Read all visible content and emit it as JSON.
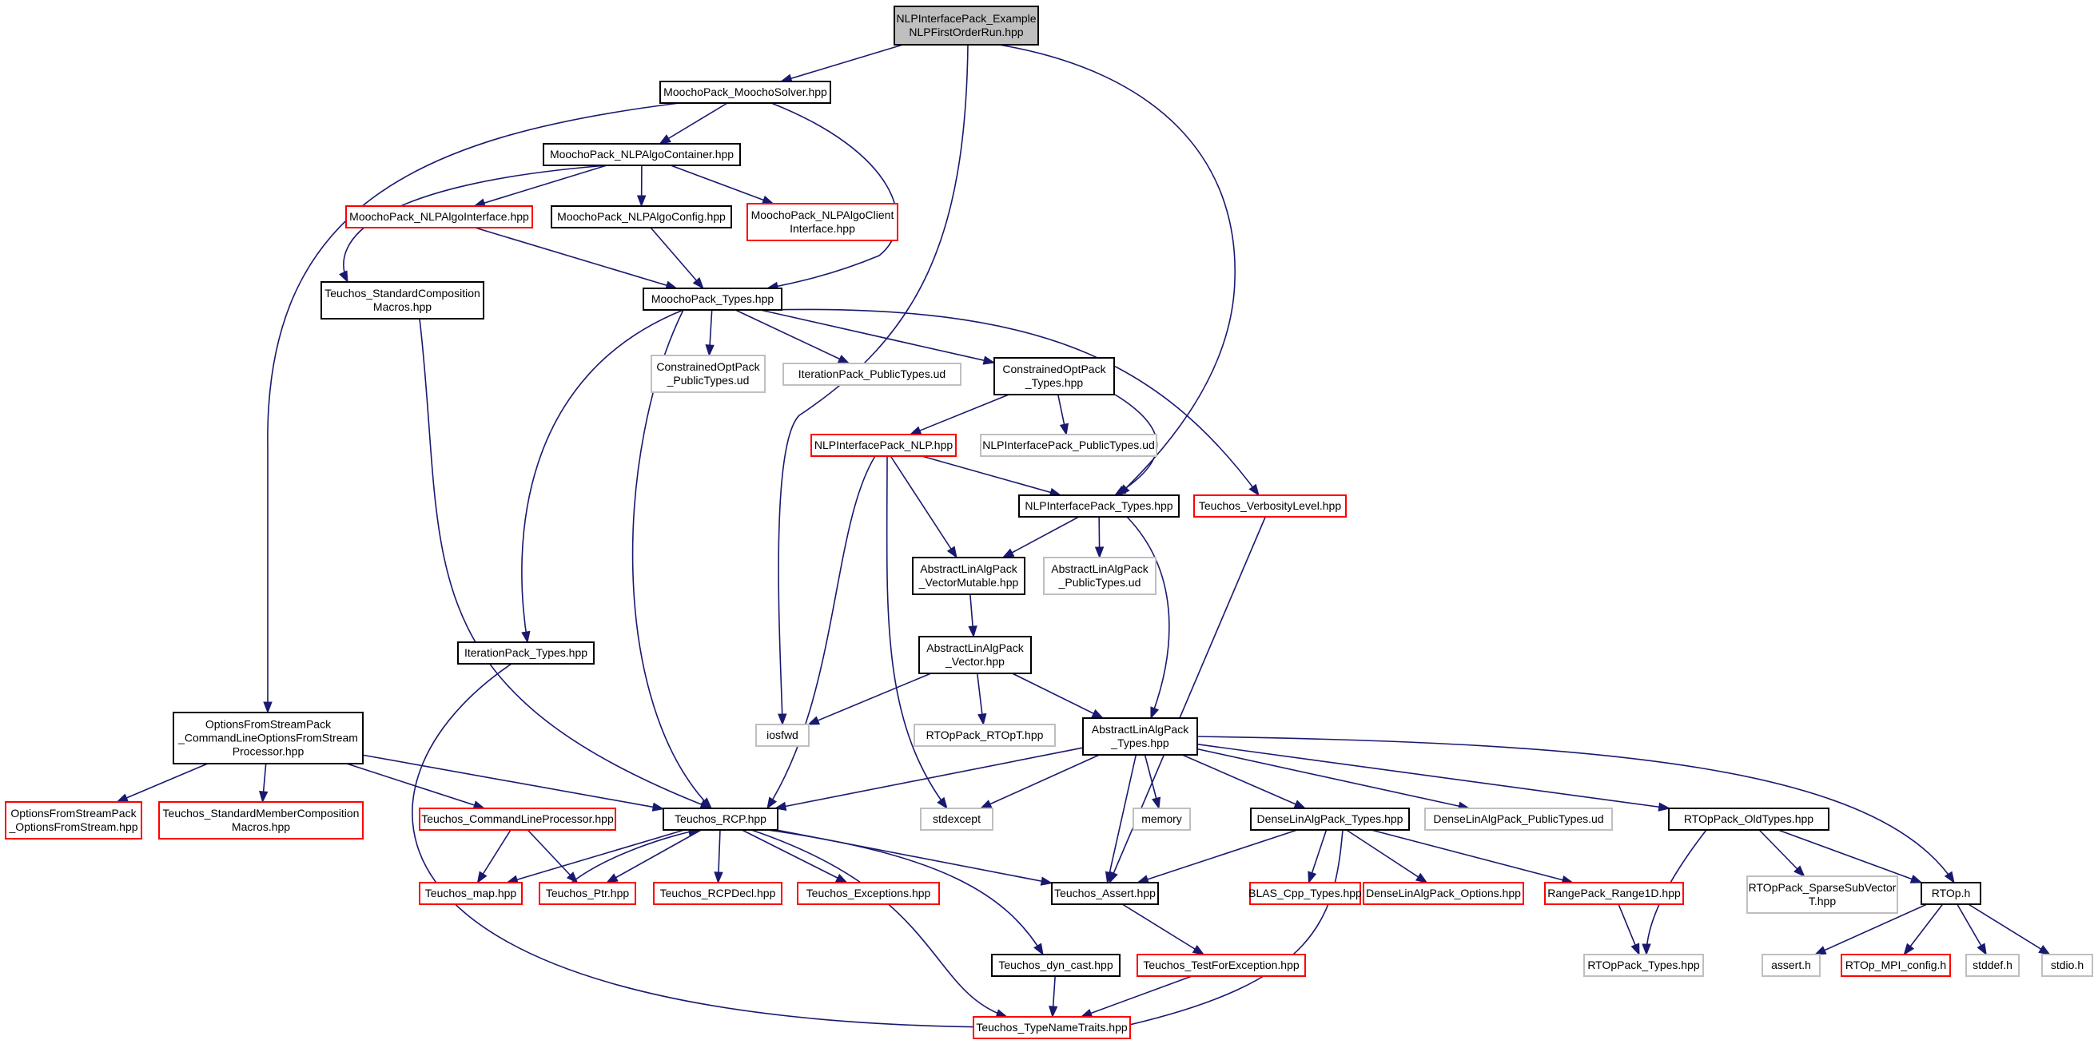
{
  "colors": {
    "edge": "#191970",
    "root_fill": "#bfbfbf",
    "root_border": "#000000",
    "normal_border": "#000000",
    "incomplete_border": "#ff0000",
    "external_border": "#bfbfbf"
  },
  "nodes": [
    {
      "id": "root",
      "kind": "root",
      "lines": [
        "NLPInterfacePack_Example",
        "NLPFirstOrderRun.hpp"
      ]
    },
    {
      "id": "moochosolver",
      "kind": "normal",
      "lines": [
        "MoochoPack_MoochoSolver.hpp"
      ]
    },
    {
      "id": "nlpalgocontainer",
      "kind": "normal",
      "lines": [
        "MoochoPack_NLPAlgoContainer.hpp"
      ]
    },
    {
      "id": "nlpalgointerface",
      "kind": "incomplete",
      "lines": [
        "MoochoPack_NLPAlgoInterface.hpp"
      ]
    },
    {
      "id": "nlpalgoconfig",
      "kind": "normal",
      "lines": [
        "MoochoPack_NLPAlgoConfig.hpp"
      ]
    },
    {
      "id": "nlpalgoclient",
      "kind": "incomplete",
      "lines": [
        "MoochoPack_NLPAlgoClient",
        "Interface.hpp"
      ]
    },
    {
      "id": "stdcomp",
      "kind": "normal",
      "lines": [
        "Teuchos_StandardComposition",
        "Macros.hpp"
      ]
    },
    {
      "id": "mtypes",
      "kind": "normal",
      "lines": [
        "MoochoPack_Types.hpp"
      ]
    },
    {
      "id": "copt_pub",
      "kind": "external",
      "lines": [
        "ConstrainedOptPack",
        "_PublicTypes.ud"
      ]
    },
    {
      "id": "iter_pub",
      "kind": "external",
      "lines": [
        "IterationPack_PublicTypes.ud"
      ]
    },
    {
      "id": "copt_types",
      "kind": "normal",
      "lines": [
        "ConstrainedOptPack",
        "_Types.hpp"
      ]
    },
    {
      "id": "nlp",
      "kind": "incomplete",
      "lines": [
        "NLPInterfacePack_NLP.hpp"
      ]
    },
    {
      "id": "nlp_pub",
      "kind": "external",
      "lines": [
        "NLPInterfacePack_PublicTypes.ud"
      ]
    },
    {
      "id": "nlp_types",
      "kind": "normal",
      "lines": [
        "NLPInterfacePack_Types.hpp"
      ]
    },
    {
      "id": "verbosity",
      "kind": "incomplete",
      "lines": [
        "Teuchos_VerbosityLevel.hpp"
      ]
    },
    {
      "id": "vecmut",
      "kind": "normal",
      "lines": [
        "AbstractLinAlgPack",
        "_VectorMutable.hpp"
      ]
    },
    {
      "id": "ala_pub",
      "kind": "external",
      "lines": [
        "AbstractLinAlgPack",
        "_PublicTypes.ud"
      ]
    },
    {
      "id": "vec",
      "kind": "normal",
      "lines": [
        "AbstractLinAlgPack",
        "_Vector.hpp"
      ]
    },
    {
      "id": "iter_types",
      "kind": "normal",
      "lines": [
        "IterationPack_Types.hpp"
      ]
    },
    {
      "id": "ofsp",
      "kind": "normal",
      "lines": [
        "OptionsFromStreamPack",
        "_CommandLineOptionsFromStream",
        "Processor.hpp"
      ]
    },
    {
      "id": "iosfwd",
      "kind": "external",
      "lines": [
        "iosfwd"
      ]
    },
    {
      "id": "rtopt",
      "kind": "external",
      "lines": [
        "RTOpPack_RTOpT.hpp"
      ]
    },
    {
      "id": "ala_types",
      "kind": "normal",
      "lines": [
        "AbstractLinAlgPack",
        "_Types.hpp"
      ]
    },
    {
      "id": "ofs",
      "kind": "incomplete",
      "lines": [
        "OptionsFromStreamPack",
        "_OptionsFromStream.hpp"
      ]
    },
    {
      "id": "stdmember",
      "kind": "incomplete",
      "lines": [
        "Teuchos_StandardMemberComposition",
        "Macros.hpp"
      ]
    },
    {
      "id": "clp",
      "kind": "incomplete",
      "lines": [
        "Teuchos_CommandLineProcessor.hpp"
      ]
    },
    {
      "id": "rcp",
      "kind": "normal",
      "lines": [
        "Teuchos_RCP.hpp"
      ]
    },
    {
      "id": "stdexcept",
      "kind": "external",
      "lines": [
        "stdexcept"
      ]
    },
    {
      "id": "memory",
      "kind": "external",
      "lines": [
        "memory"
      ]
    },
    {
      "id": "dla_types",
      "kind": "normal",
      "lines": [
        "DenseLinAlgPack_Types.hpp"
      ]
    },
    {
      "id": "dla_pub",
      "kind": "external",
      "lines": [
        "DenseLinAlgPack_PublicTypes.ud"
      ]
    },
    {
      "id": "oldtypes",
      "kind": "normal",
      "lines": [
        "RTOpPack_OldTypes.hpp"
      ]
    },
    {
      "id": "map",
      "kind": "incomplete",
      "lines": [
        "Teuchos_map.hpp"
      ]
    },
    {
      "id": "ptr",
      "kind": "incomplete",
      "lines": [
        "Teuchos_Ptr.hpp"
      ]
    },
    {
      "id": "rcpdecl",
      "kind": "incomplete",
      "lines": [
        "Teuchos_RCPDecl.hpp"
      ]
    },
    {
      "id": "exceptions",
      "kind": "incomplete",
      "lines": [
        "Teuchos_Exceptions.hpp"
      ]
    },
    {
      "id": "assert",
      "kind": "normal",
      "lines": [
        "Teuchos_Assert.hpp"
      ]
    },
    {
      "id": "blas",
      "kind": "incomplete",
      "lines": [
        "BLAS_Cpp_Types.hpp"
      ]
    },
    {
      "id": "dla_opts",
      "kind": "incomplete",
      "lines": [
        "DenseLinAlgPack_Options.hpp"
      ]
    },
    {
      "id": "range1d",
      "kind": "incomplete",
      "lines": [
        "RangePack_Range1D.hpp"
      ]
    },
    {
      "id": "sparsesub",
      "kind": "external",
      "lines": [
        "RTOpPack_SparseSubVector",
        "T.hpp"
      ]
    },
    {
      "id": "rtoph",
      "kind": "normal",
      "lines": [
        "RTOp.h"
      ]
    },
    {
      "id": "dyncast",
      "kind": "normal",
      "lines": [
        "Teuchos_dyn_cast.hpp"
      ]
    },
    {
      "id": "testforexc",
      "kind": "incomplete",
      "lines": [
        "Teuchos_TestForException.hpp"
      ]
    },
    {
      "id": "rtop_types",
      "kind": "external",
      "lines": [
        "RTOpPack_Types.hpp"
      ]
    },
    {
      "id": "asserth",
      "kind": "external",
      "lines": [
        "assert.h"
      ]
    },
    {
      "id": "mpiconfig",
      "kind": "incomplete",
      "lines": [
        "RTOp_MPI_config.h"
      ]
    },
    {
      "id": "stddef",
      "kind": "external",
      "lines": [
        "stddef.h"
      ]
    },
    {
      "id": "stdio",
      "kind": "external",
      "lines": [
        "stdio.h"
      ]
    },
    {
      "id": "typenametraits",
      "kind": "incomplete",
      "lines": [
        "Teuchos_TypeNameTraits.hpp"
      ]
    }
  ],
  "edges": [
    [
      "root",
      "moochosolver"
    ],
    [
      "root",
      "iosfwd"
    ],
    [
      "root",
      "nlp_types"
    ],
    [
      "moochosolver",
      "nlpalgocontainer"
    ],
    [
      "moochosolver",
      "mtypes"
    ],
    [
      "moochosolver",
      "ofsp"
    ],
    [
      "nlpalgocontainer",
      "nlpalgointerface"
    ],
    [
      "nlpalgocontainer",
      "nlpalgoconfig"
    ],
    [
      "nlpalgocontainer",
      "nlpalgoclient"
    ],
    [
      "nlpalgocontainer",
      "stdcomp"
    ],
    [
      "nlpalgointerface",
      "mtypes"
    ],
    [
      "nlpalgoconfig",
      "mtypes"
    ],
    [
      "stdcomp",
      "rcp"
    ],
    [
      "mtypes",
      "copt_pub"
    ],
    [
      "mtypes",
      "iter_pub"
    ],
    [
      "mtypes",
      "copt_types"
    ],
    [
      "mtypes",
      "verbosity"
    ],
    [
      "mtypes",
      "iter_types"
    ],
    [
      "mtypes",
      "rcp"
    ],
    [
      "copt_types",
      "nlp"
    ],
    [
      "copt_types",
      "nlp_pub"
    ],
    [
      "copt_types",
      "nlp_types"
    ],
    [
      "nlp",
      "nlp_types"
    ],
    [
      "nlp",
      "vecmut"
    ],
    [
      "nlp",
      "rcp"
    ],
    [
      "nlp",
      "stdexcept"
    ],
    [
      "nlp_types",
      "vecmut"
    ],
    [
      "nlp_types",
      "ala_pub"
    ],
    [
      "nlp_types",
      "ala_types"
    ],
    [
      "verbosity",
      "assert"
    ],
    [
      "vecmut",
      "vec"
    ],
    [
      "vec",
      "iosfwd"
    ],
    [
      "vec",
      "rtopt"
    ],
    [
      "vec",
      "ala_types"
    ],
    [
      "iter_types",
      "typenametraits"
    ],
    [
      "ofsp",
      "ofs"
    ],
    [
      "ofsp",
      "stdmember"
    ],
    [
      "ofsp",
      "clp"
    ],
    [
      "ofsp",
      "rcp"
    ],
    [
      "ala_types",
      "rcp"
    ],
    [
      "ala_types",
      "stdexcept"
    ],
    [
      "ala_types",
      "memory"
    ],
    [
      "ala_types",
      "dla_types"
    ],
    [
      "ala_types",
      "dla_pub"
    ],
    [
      "ala_types",
      "oldtypes"
    ],
    [
      "ala_types",
      "assert"
    ],
    [
      "ala_types",
      "rtoph"
    ],
    [
      "clp",
      "map"
    ],
    [
      "clp",
      "ptr"
    ],
    [
      "rcp",
      "map"
    ],
    [
      "rcp",
      "ptr"
    ],
    [
      "rcp",
      "rcpdecl"
    ],
    [
      "rcp",
      "exceptions"
    ],
    [
      "rcp",
      "assert"
    ],
    [
      "rcp",
      "dyncast"
    ],
    [
      "rcp",
      "typenametraits"
    ],
    [
      "ptr",
      "rcp"
    ],
    [
      "dla_types",
      "assert"
    ],
    [
      "dla_types",
      "blas"
    ],
    [
      "dla_types",
      "dla_opts"
    ],
    [
      "dla_types",
      "range1d"
    ],
    [
      "dla_types",
      "typenametraits"
    ],
    [
      "oldtypes",
      "sparsesub"
    ],
    [
      "oldtypes",
      "rtoph"
    ],
    [
      "oldtypes",
      "rtop_types"
    ],
    [
      "range1d",
      "rtop_types"
    ],
    [
      "rtoph",
      "asserth"
    ],
    [
      "rtoph",
      "mpiconfig"
    ],
    [
      "rtoph",
      "stddef"
    ],
    [
      "rtoph",
      "stdio"
    ],
    [
      "assert",
      "testforexc"
    ],
    [
      "dyncast",
      "typenametraits"
    ],
    [
      "testforexc",
      "typenametraits"
    ]
  ]
}
